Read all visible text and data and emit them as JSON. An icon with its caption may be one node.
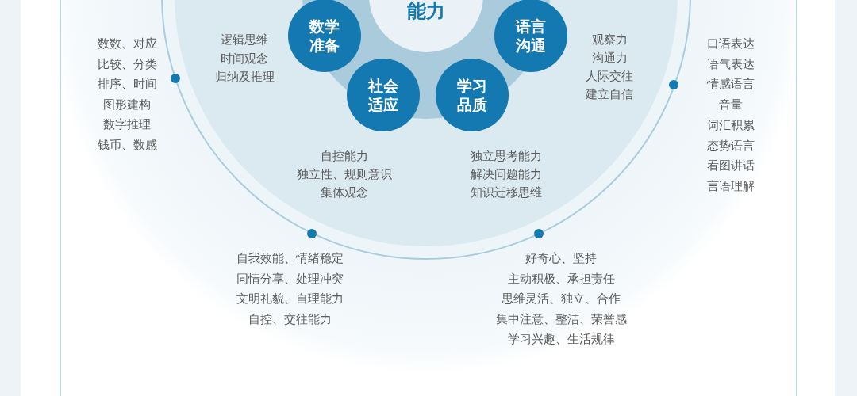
{
  "diagram": {
    "nodes": [
      {
        "text": [
          "能力"
        ]
      },
      {
        "text": [
          "数学准备"
        ],
        "beside": [
          "逻辑思维",
          "时间观念",
          "归纳及推理"
        ]
      },
      {
        "text": [
          "语言沟通"
        ],
        "beside": [
          "观察力",
          "沟通力",
          "人际交往",
          "建立自信"
        ]
      },
      {
        "text": [
          "社会适应"
        ],
        "beside": [
          "自控能力",
          "独立性、规则意识",
          "集体观念"
        ]
      },
      {
        "text": [
          "学习品质"
        ],
        "beside": [
          "独立思考能力",
          "解决问题能力",
          "知识迁移思维"
        ]
      },
      {
        "text": [],
        "shape": "circle",
        "beside": [
          "数数、对应",
          "比较、分类",
          "排序、时间",
          "图形建构",
          "数字推理",
          "钱币、数感"
        ]
      },
      {
        "text": [],
        "shape": "circle",
        "beside": [
          "口语表达",
          "语气表达",
          "情感语言",
          "音量",
          "词汇积累",
          "态势语言",
          "看图讲话",
          "言语理解"
        ]
      },
      {
        "text": [],
        "shape": "circle",
        "beside": [
          "自我效能、情绪稳定",
          "同情分享、处理冲突",
          "文明礼貌、自理能力",
          "自控、交往能力"
        ]
      },
      {
        "text": [],
        "shape": "circle",
        "beside": [
          "好奇心、坚持",
          "主动积极、承担责任",
          "思维灵活、独立、合作",
          "集中注意、整洁、荣誉感",
          "学习兴趣、生活规律"
        ]
      }
    ]
  }
}
